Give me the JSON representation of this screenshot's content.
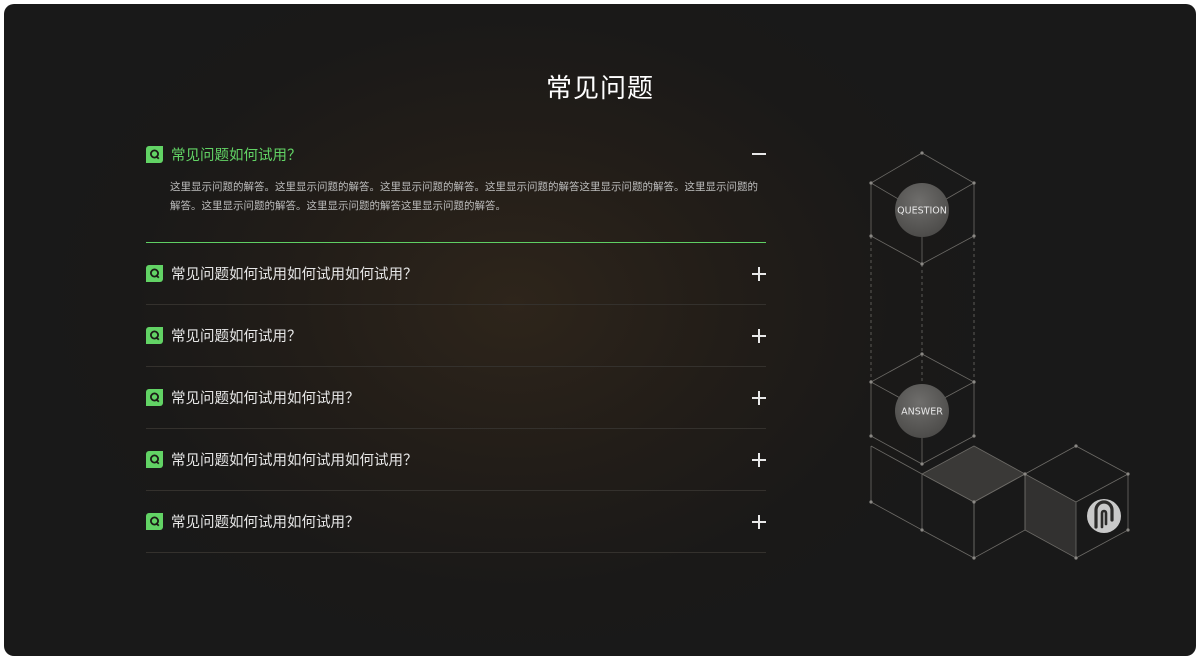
{
  "faq": {
    "title": "常见问题",
    "items": [
      {
        "question": "常见问题如何试用？",
        "answer": "这里显示问题的解答。这里显示问题的解答。这里显示问题的解答。这里显示问题的解答这里显示问题的解答。这里显示问题的解答。这里显示问题的解答。这里显示问题的解答这里显示问题的解答。"
      },
      {
        "question": "常见问题如何试用如何试用如何试用？"
      },
      {
        "question": "常见问题如何试用？"
      },
      {
        "question": "常见问题如何试用如何试用？"
      },
      {
        "question": "常见问题如何试用如何试用如何试用？"
      },
      {
        "question": "常见问题如何试用如何试用？"
      }
    ]
  },
  "illustration": {
    "question_label": "QUESTION",
    "answer_label": "ANSWER"
  },
  "colors": {
    "accent": "#62d365",
    "background": "#1d1a17"
  },
  "icons": [
    "q-badge-icon",
    "minus-icon",
    "plus-icon",
    "brand-logo-icon"
  ]
}
